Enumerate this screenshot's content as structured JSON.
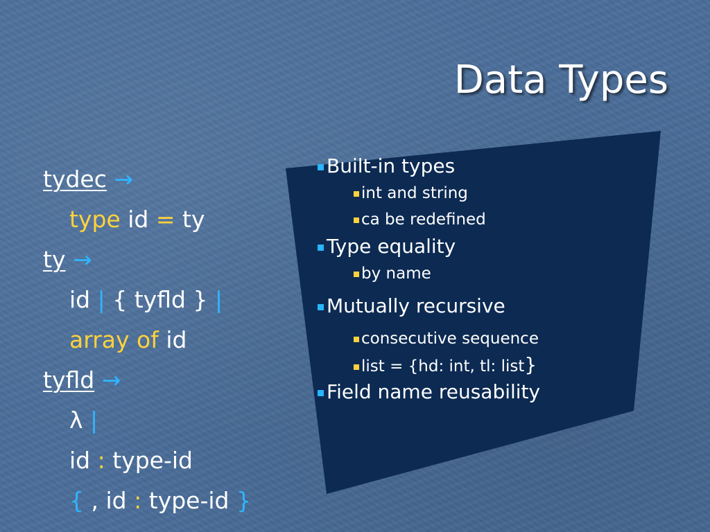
{
  "slide": {
    "title": "Data Types",
    "grammar": {
      "tydec_head": "tydec",
      "arrow": "→",
      "type_kw": "type",
      "id": "id",
      "eq": "=",
      "ty": "ty",
      "ty_head": "ty",
      "pipe": "|",
      "brace_open_tyfld": "{ tyfld }",
      "array_of": "array of",
      "tyfld_head": "tyfld",
      "lambda": "λ",
      "colon": ":",
      "type_id": "type-id",
      "brace_open": "{",
      "comma": ",",
      "brace_close": "}"
    },
    "bullets": [
      {
        "label": "Built-in types",
        "sub": [
          "int and string",
          "ca be redefined"
        ]
      },
      {
        "label": "Type equality",
        "sub": [
          "by name"
        ]
      },
      {
        "label": "Mutually recursive",
        "sub": [
          "consecutive sequence",
          "list = {hd: int, tl: list",
          "}"
        ]
      },
      {
        "label": "Field name reusability",
        "sub": []
      }
    ],
    "colors": {
      "background": "#4a6e9a",
      "panel": "#0c2a52",
      "accent_cyan": "#2fb6ff",
      "accent_yellow": "#ffd23c",
      "text": "#ffffff"
    }
  }
}
